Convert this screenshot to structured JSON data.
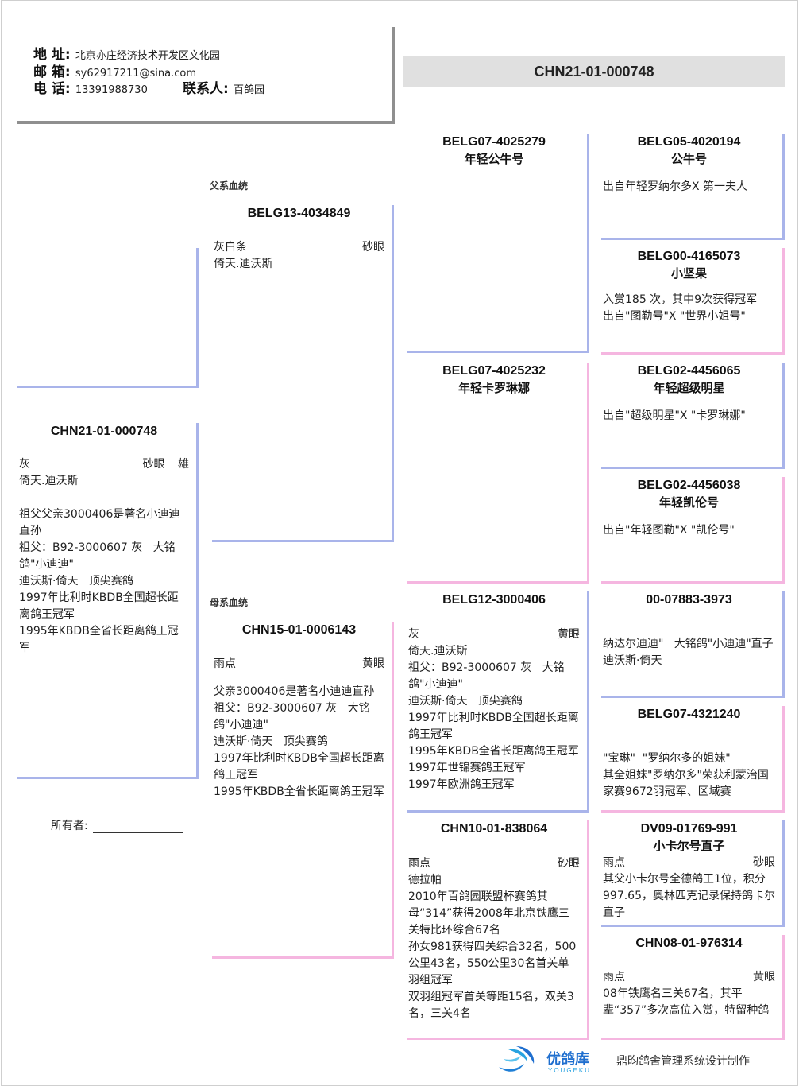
{
  "contact": {
    "address_label": "地 址:",
    "address": "北京亦庄经济技术开发区文化园",
    "email_label": "邮 箱:",
    "email": "sy62917211@sina.com",
    "phone_label": "电 话:",
    "phone": "13391988730",
    "contact_label": "联系人:",
    "contact_name": "百鸽园"
  },
  "title": "CHN21-01-000748",
  "sections": {
    "sire_side": "父系血统",
    "dam_side": "母系血统"
  },
  "subject": {
    "ring": "CHN21-01-000748",
    "color": "灰",
    "eye": "砂眼",
    "sex": "雄",
    "strain": "倚天.迪沃斯",
    "notes": "祖父父亲3000406是著名小迪迪直孙\n祖父：B92-3000607 灰   大铭鸽\"小迪迪\"\n迪沃斯·倚天   顶尖赛鸽\n1997年比利时KBDB全国超长距离鸽王冠军\n1995年KBDB全省长距离鸽王冠军"
  },
  "sire": {
    "ring": "BELG13-4034849",
    "color": "灰白条",
    "eye": "砂眼",
    "strain": "倚天.迪沃斯"
  },
  "dam": {
    "ring": "CHN15-01-0006143",
    "color": "雨点",
    "eye": "黄眼",
    "notes": "父亲3000406是著名小迪迪直孙\n祖父：B92-3000607 灰   大铭鸽\"小迪迪\"\n迪沃斯·倚天   顶尖赛鸽\n1997年比利时KBDB全国超长距离鸽王冠军\n1995年KBDB全省长距离鸽王冠军"
  },
  "gen3": [
    {
      "ring": "BELG07-4025279",
      "name": "年轻公牛号"
    },
    {
      "ring": "BELG07-4025232",
      "name": "年轻卡罗琳娜"
    },
    {
      "ring": "BELG12-3000406",
      "color": "灰",
      "eye": "黄眼",
      "notes": "倚天.迪沃斯\n祖父：B92-3000607 灰   大铭鸽\"小迪迪\"\n迪沃斯·倚天   顶尖赛鸽\n1997年比利时KBDB全国超长距离鸽王冠军\n1995年KBDB全省长距离鸽王冠军\n1997年世锦赛鸽王冠军\n1997年欧洲鸽王冠军"
    },
    {
      "ring": "CHN10-01-838064",
      "color": "雨点",
      "eye": "砂眼",
      "notes": "德拉帕\n2010年百鸽园联盟杯赛鸽其母“314”获得2008年北京铁鹰三关特比环综合67名\n孙女981获得四关综合32名，500公里43名，550公里30名首关单羽组冠军\n双羽组冠军首关等距15名，双关3名，三关4名"
    }
  ],
  "gen4": [
    {
      "ring": "BELG05-4020194",
      "name": "公牛号",
      "notes": "出自年轻罗纳尔多X 第一夫人"
    },
    {
      "ring": "BELG00-4165073",
      "name": "小坚果",
      "notes": "入赏185 次，其中9次获得冠军\n出自\"图勒号\"X \"世界小姐号\""
    },
    {
      "ring": "BELG02-4456065",
      "name": "年轻超级明星",
      "notes": "出自\"超级明星\"X \"卡罗琳娜\""
    },
    {
      "ring": "BELG02-4456038",
      "name": "年轻凯伦号",
      "notes": "出自\"年轻图勒\"X \"凯伦号\""
    },
    {
      "ring": "00-07883-3973",
      "name": "",
      "notes": "纳达尔迪迪\"   大铭鸽\"小迪迪\"直子\n迪沃斯·倚天"
    },
    {
      "ring": "BELG07-4321240",
      "name": "",
      "notes": "\"宝琳\"  \"罗纳尔多的姐妹\"\n其全姐妹\"罗纳尔多\"荣获利蒙治国家赛9672羽冠军、区域赛"
    },
    {
      "ring": "DV09-01769-991",
      "name": "小卡尔号直子",
      "color": "雨点",
      "eye": "砂眼",
      "notes": "其父小卡尔号全德鸽王1位，积分997.65，奥林匹克记录保持鸽卡尔直子"
    },
    {
      "ring": "CHN08-01-976314",
      "name": "",
      "color": "雨点",
      "eye": "黄眼",
      "notes": "08年铁鹰名三关67名，其平辈“357”多次高位入赏，特留种鸽"
    }
  ],
  "owner_label": "所有者:",
  "footer": {
    "logo_name": "优鸽库",
    "logo_sub": "YOUGEKU",
    "credit": "鼎昀鸽舍管理系统设计制作"
  },
  "colors": {
    "male_line": "#a9b4ea",
    "female_line": "#f5b6e0",
    "border": "#8f8f8f",
    "title_bg": "#e0e0e0"
  }
}
